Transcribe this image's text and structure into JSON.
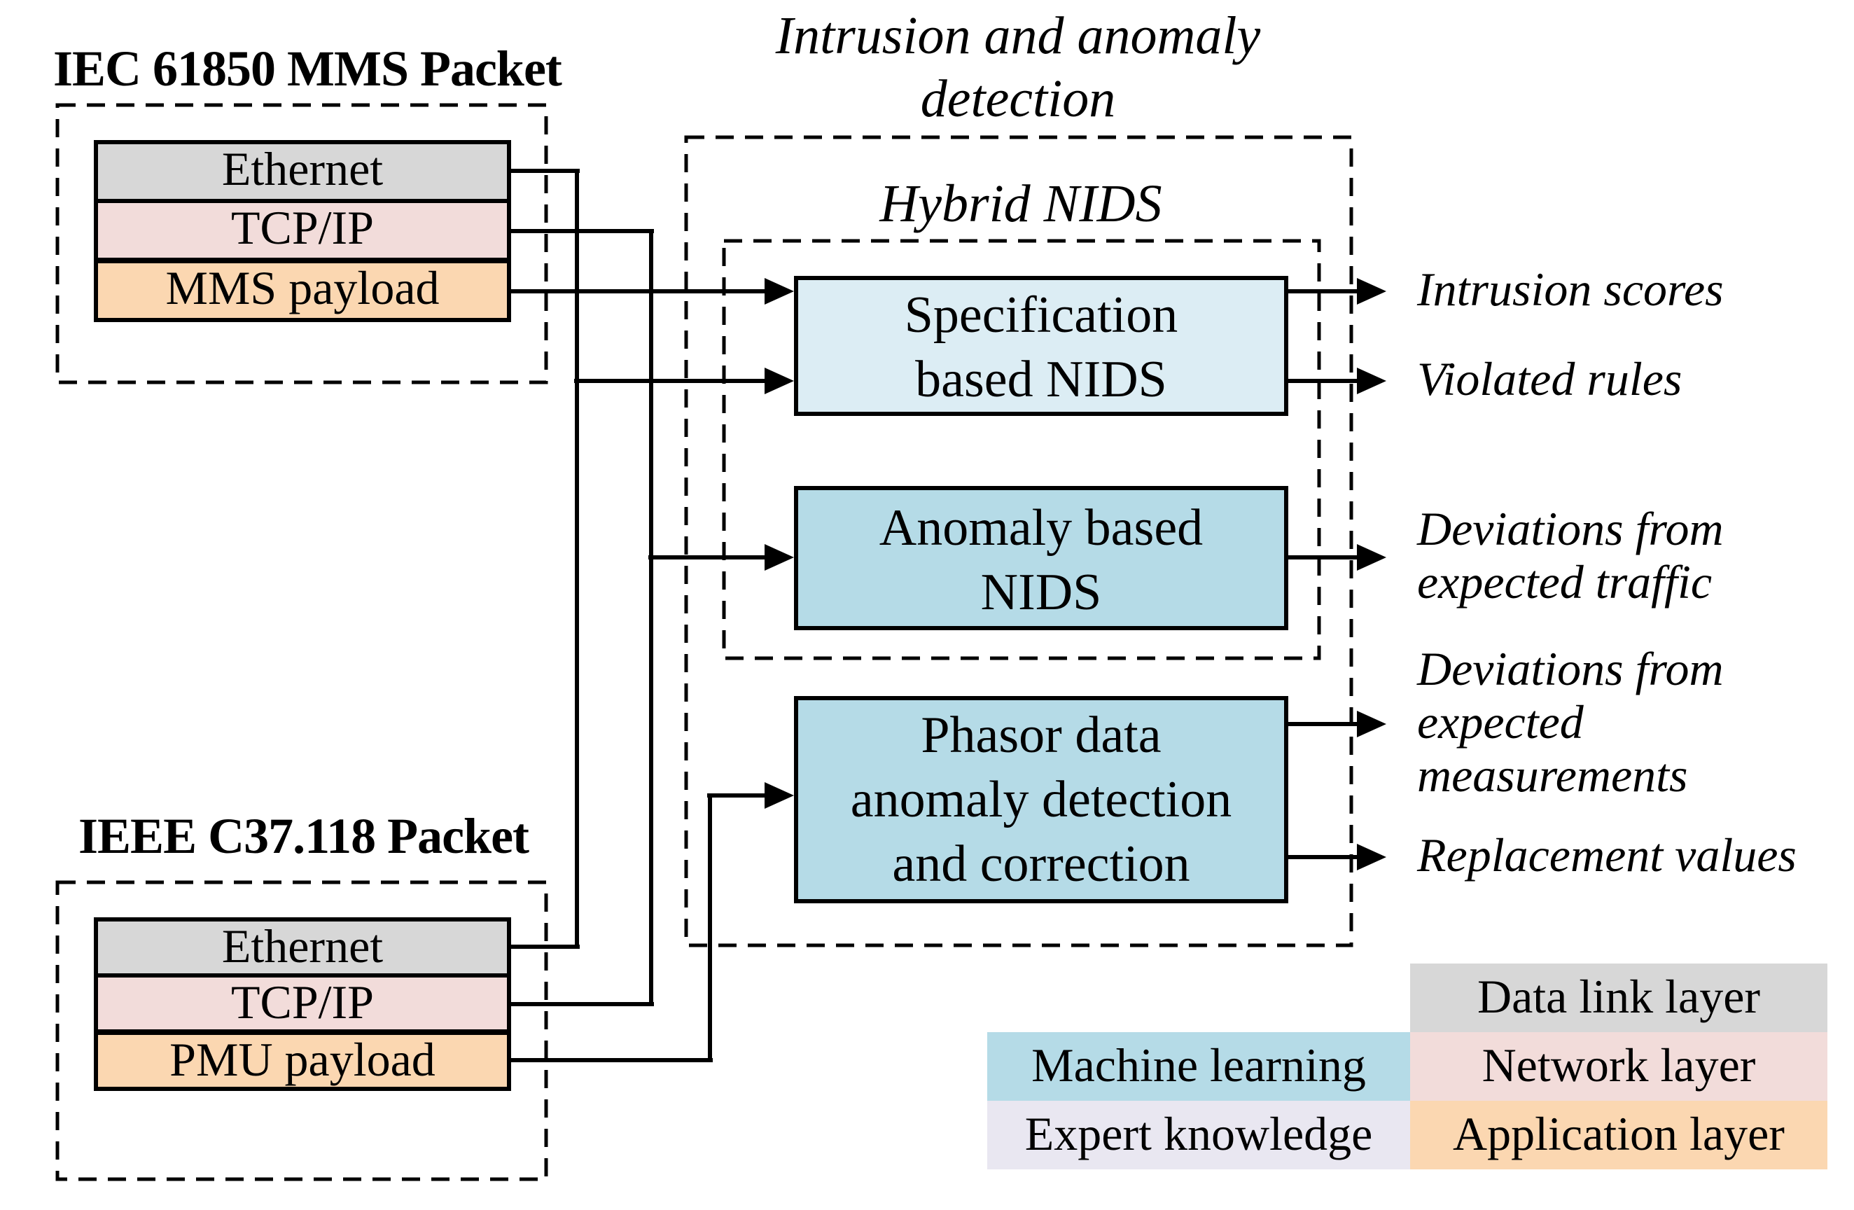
{
  "mms_packet": {
    "title": "IEC 61850 MMS Packet",
    "layers": [
      {
        "label": "Ethernet"
      },
      {
        "label": "TCP/IP"
      },
      {
        "label": "MMS payload"
      }
    ]
  },
  "ieee_packet": {
    "title": "IEEE C37.118 Packet",
    "layers": [
      {
        "label": "Ethernet"
      },
      {
        "label": "TCP/IP"
      },
      {
        "label": "PMU payload"
      }
    ]
  },
  "detection": {
    "title_line1": "Intrusion and anomaly",
    "title_line2": "detection",
    "hybrid_title": "Hybrid NIDS",
    "modules": [
      {
        "name": "Specification based NIDS",
        "line1": "Specification",
        "line2": "based NIDS"
      },
      {
        "name": "Anomaly based NIDS",
        "line1": "Anomaly based",
        "line2": "NIDS"
      },
      {
        "name": "Phasor data anomaly detection and correction",
        "line1": "Phasor data",
        "line2": "anomaly detection",
        "line3": "and correction"
      }
    ]
  },
  "outputs": {
    "intrusion_scores": "Intrusion scores",
    "violated_rules": "Violated rules",
    "dev_traffic_line1": "Deviations from",
    "dev_traffic_line2": "expected traffic",
    "dev_meas_line1": "Deviations from",
    "dev_meas_line2": "expected",
    "dev_meas_line3": "measurements",
    "replacement_values": "Replacement values"
  },
  "legend": {
    "machine_learning": "Machine learning",
    "expert_knowledge": "Expert knowledge",
    "data_link_layer": "Data link layer",
    "network_layer": "Network layer",
    "application_layer": "Application layer"
  },
  "colors": {
    "data_link_gray": "#d7d7d7",
    "network_pink": "#f2dcda",
    "application_orange": "#fbd7b1",
    "machine_learning_blue": "#b5dbe7",
    "expert_knowledge_lavender": "#e9e7f1",
    "specification_light_blue": "#dcedf4",
    "line_black": "#000000"
  }
}
